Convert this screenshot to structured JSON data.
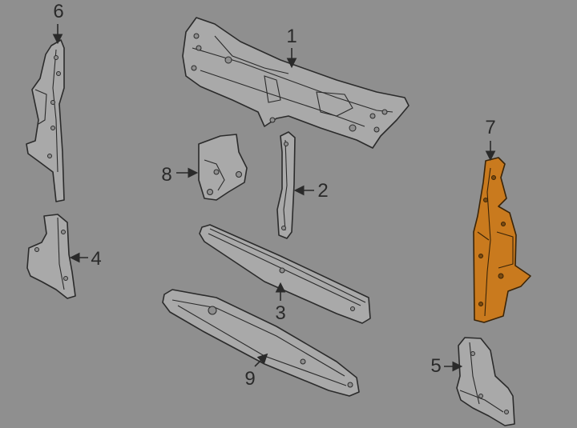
{
  "colors": {
    "background": "#8f8f8f",
    "part_fill": "#a9a9a9",
    "outline": "#2b2b2b",
    "highlight": "#c97a1e"
  },
  "highlighted_part": "7",
  "callouts": {
    "c1": "1",
    "c2": "2",
    "c3": "3",
    "c4": "4",
    "c5": "5",
    "c6": "6",
    "c7": "7",
    "c8": "8",
    "c9": "9"
  }
}
